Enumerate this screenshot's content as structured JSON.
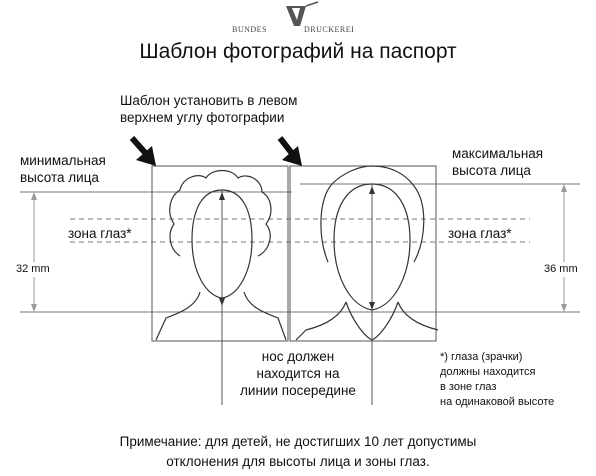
{
  "logo": {
    "left": "BUNDES",
    "right": "DRUCKEREI"
  },
  "title": "Шаблон фотографий на паспорт",
  "instruction": {
    "line1": "Шаблон установить в левом",
    "line2": "верхнем углу фотографии"
  },
  "min_face": {
    "line1": "минимальная",
    "line2": "высота лица",
    "measure": "32 mm"
  },
  "max_face": {
    "line1": "максимальная",
    "line2": "высота лица",
    "measure": "36 mm"
  },
  "eye_zone_left": "зона глаз*",
  "eye_zone_right": "зона глаз*",
  "nose": {
    "line1": "нос должен",
    "line2": "находится на",
    "line3": "линии посередине"
  },
  "footnote": {
    "line1": "*) глаза (зрачки)",
    "line2": "должны находится",
    "line3": "в зоне глаз",
    "line4": "на одинаковой высоте"
  },
  "note": {
    "line1": "Примечание: для детей, не достигших 10 лет допустимы",
    "line2": "отклонения для высоты лица и зоны глаз."
  }
}
